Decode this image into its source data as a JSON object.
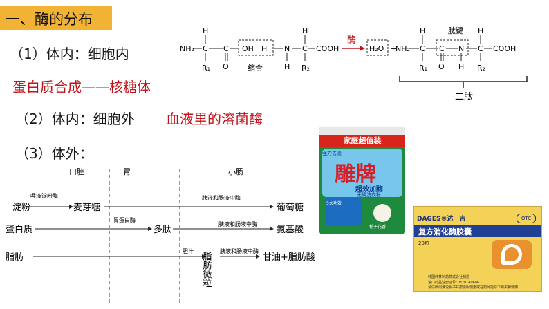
{
  "title": "一、酶的分布",
  "lines": {
    "in_cell": "（1）体内：细胞内",
    "ribosome": "蛋白质合成——核糖体",
    "out_cell": "（2）体内：细胞外",
    "lysozyme": "血液里的溶菌酶",
    "outside": "（3）体外："
  },
  "reaction": {
    "nh2": "NH₂",
    "h": "H",
    "c": "C",
    "n": "N",
    "o": "O",
    "r1": "R₁",
    "r2": "R₂",
    "oh": "OH",
    "cooh": "COOH",
    "h2o": "H₂O",
    "enzyme": "酶",
    "condensation": "缩合",
    "peptide_bond": "肽键",
    "dipeptide": "二肽",
    "plus": "+"
  },
  "digestion": {
    "sections": [
      "口腔",
      "胃",
      "小肠"
    ],
    "rows": [
      {
        "substrate": "淀粉",
        "mouth_enzyme": "唾液淀粉酶",
        "intermediate": "麦芽糖",
        "intestine_enzyme": "胰液和肠液中酶",
        "product": "葡萄糖"
      },
      {
        "substrate": "蛋白质",
        "stomach_enzyme": "胃蛋白酶",
        "intermediate": "多肽",
        "intestine_enzyme": "胰液和肠液中酶",
        "product": "氨基酸"
      },
      {
        "substrate": "脂肪",
        "bile": "胆汁",
        "intermediate": "脂肪微粒",
        "intestine_enzyme": "胰液和肠液中酶",
        "product": "甘油+脂肪酸"
      }
    ]
  },
  "detergent": {
    "banner": "家庭超值装",
    "brand": "雕牌",
    "product": "超效加酶",
    "sub": "无磷洗衣粉",
    "tag": "强力去渍",
    "features": "5大功效",
    "flower": "栀子花香",
    "colors": {
      "bag_green": "#1d8a3e",
      "banner_red": "#d9241c",
      "logo_red": "#d61f26",
      "sky_blue": "#79c6ec"
    }
  },
  "medicine": {
    "brand": "DAGES®达　吉",
    "otc": "OTC",
    "name": "复方消化酶胶囊",
    "count": "20粒",
    "maker": "韩国韩林制药株式会社制造",
    "reg": "进口药品注册证号：H20140686",
    "note": "请仔细阅读说明书并按说明使用或在药师指导下购买和使用",
    "colors": {
      "box_yellow": "#f3d257",
      "band_blue": "#203f95",
      "stomach_orange": "#e8912e"
    }
  }
}
